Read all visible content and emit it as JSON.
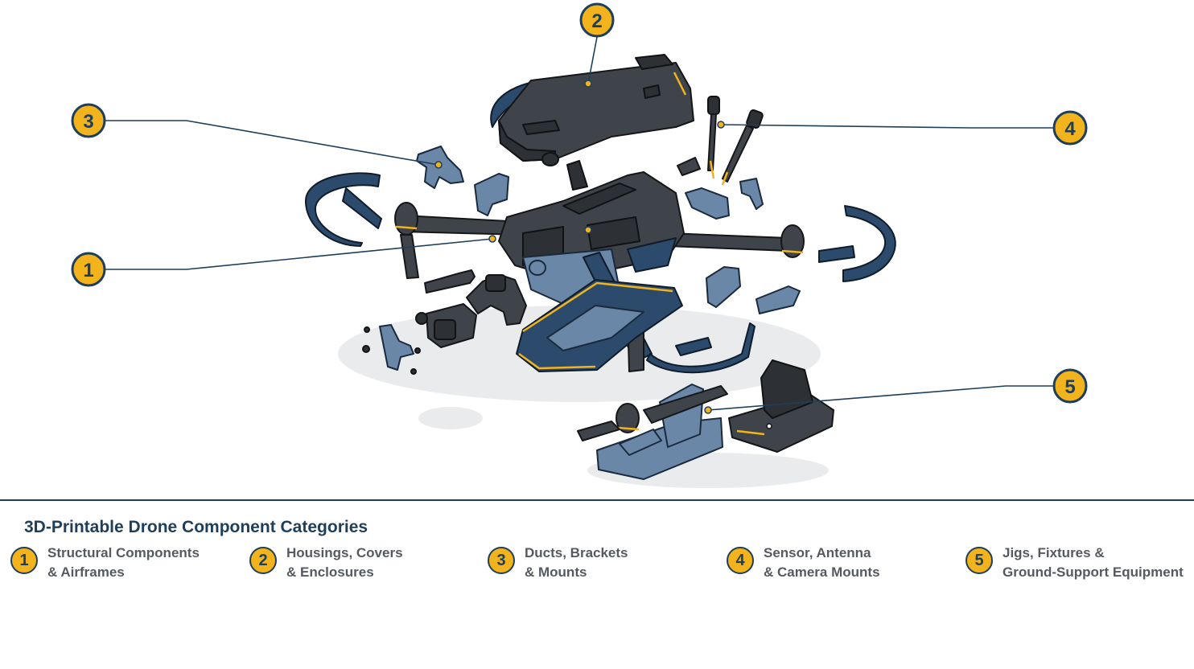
{
  "diagram": {
    "callouts": [
      {
        "number": "1"
      },
      {
        "number": "2"
      },
      {
        "number": "3"
      },
      {
        "number": "4"
      },
      {
        "number": "5"
      }
    ],
    "colors": {
      "accent": "#f2b31d",
      "navy": "#1e3f5c",
      "part_dark": "#3f444a",
      "part_blue": "#2c4a6b",
      "part_light_blue": "#6a87a8"
    }
  },
  "legend": {
    "title": "3D-Printable Drone Component Categories",
    "items": [
      {
        "number": "1",
        "line1": "Structural Components",
        "line2": "& Airframes"
      },
      {
        "number": "2",
        "line1": "Housings, Covers",
        "line2": "& Enclosures"
      },
      {
        "number": "3",
        "line1": "Ducts, Brackets",
        "line2": "& Mounts"
      },
      {
        "number": "4",
        "line1": "Sensor, Antenna",
        "line2": "& Camera Mounts"
      },
      {
        "number": "5",
        "line1": "Jigs, Fixtures &",
        "line2": "Ground-Support Equipment"
      }
    ]
  }
}
